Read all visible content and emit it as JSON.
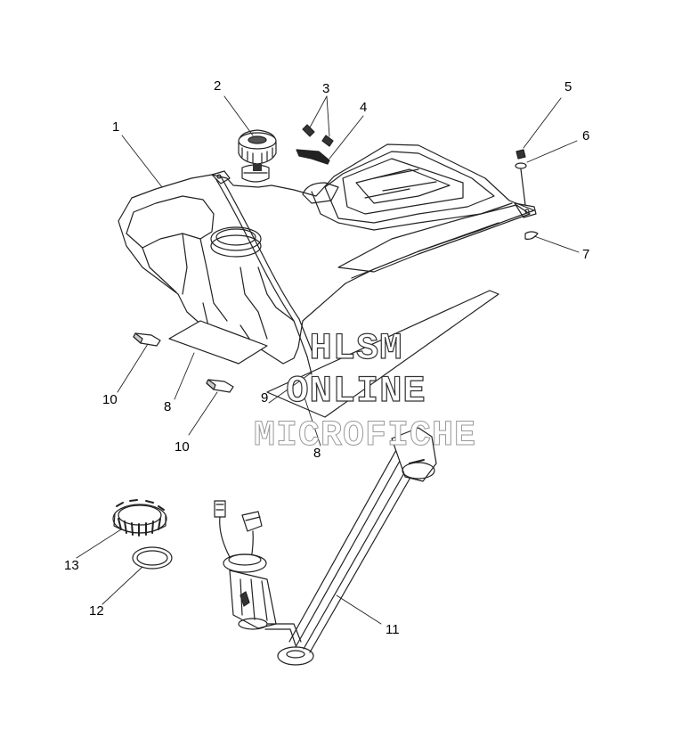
{
  "callouts": [
    "1",
    "2",
    "3",
    "4",
    "5",
    "6",
    "7",
    "8",
    "8",
    "9",
    "10",
    "10",
    "11",
    "12",
    "13"
  ],
  "watermark": {
    "line1": "HLSM",
    "line2": "ONLINE",
    "line3": "MICROFICHE"
  }
}
